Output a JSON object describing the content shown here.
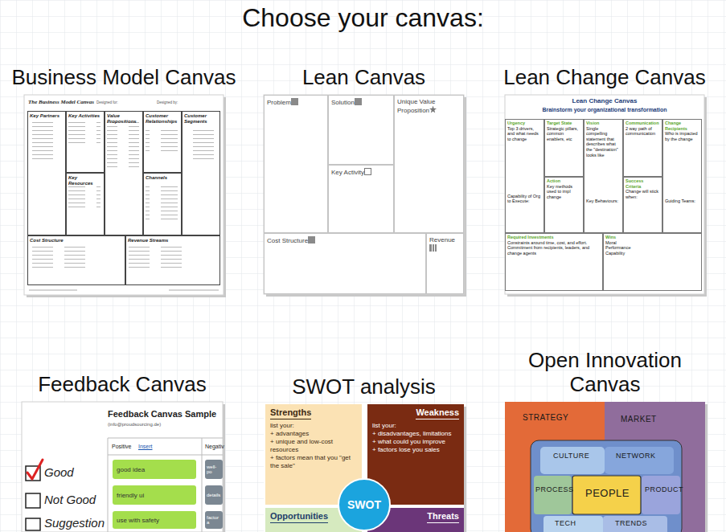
{
  "diagram": {
    "title": "Choose your canvas:",
    "nodes": [
      {
        "text": [
          "Business Model Canvas"
        ]
      },
      {
        "text": [
          "Key Partners"
        ],
        "in": 0
      },
      {
        "text": [
          "Key Activities"
        ],
        "in": 0
      },
      {
        "text": [
          "Value Propositions"
        ],
        "in": 0
      },
      {
        "text": [
          "Customer Relationships"
        ],
        "in": 0
      },
      {
        "text": [
          "Customer Segments"
        ],
        "in": 0
      },
      {
        "text": [
          "Key Resources"
        ],
        "in": 0
      },
      {
        "text": [
          "Channels"
        ],
        "in": 0
      },
      {
        "text": [
          "Cost Structure"
        ],
        "in": 0
      },
      {
        "text": [
          "Revenue Streams"
        ],
        "in": 0
      },
      {
        "text": [
          "Lean Canvas"
        ]
      },
      {
        "text": [
          "Problem"
        ],
        "in": 10
      },
      {
        "text": [
          "Solution"
        ],
        "in": 10
      },
      {
        "text": [
          "Key Activity"
        ],
        "in": 10
      },
      {
        "text": [
          "Unique Value Proposition"
        ],
        "in": 10
      },
      {
        "text": [
          "Cost Structure"
        ],
        "in": 10
      },
      {
        "text": [
          "Revenue"
        ],
        "in": 10
      },
      {
        "text": [
          "Lean Change Canvas"
        ]
      },
      {
        "text": [
          "Urgency",
          "Top 3 drivers, and what needs to change",
          "Capability of Org to Execute:"
        ],
        "in": 17
      },
      {
        "text": [
          "Target State",
          "Strategic pillars, common enablers, etc"
        ],
        "in": 17
      },
      {
        "text": [
          "Action",
          "Key methods used to impl change"
        ],
        "in": 17
      },
      {
        "text": [
          "Vision",
          "Single compelling statement that describes what the \"destination\" looks like",
          "Key Behaviours:"
        ],
        "in": 17
      },
      {
        "text": [
          "Communication",
          "2 way path of communication"
        ],
        "in": 17
      },
      {
        "text": [
          "Success Criteria",
          "Change will stick when:"
        ],
        "in": 17
      },
      {
        "text": [
          "Change Recipients",
          "Who is impacted by the change",
          "Guiding Teams:"
        ],
        "in": 17
      },
      {
        "text": [
          "Required Investments",
          "Constraints around time, cost, and effort. Commitment from recipients, leaders, and change agents"
        ],
        "in": 17
      },
      {
        "text": [
          "Wins",
          "Moral",
          "Performance",
          "Capability"
        ],
        "in": 17
      },
      {
        "text": [
          "Feedback Canvas"
        ]
      },
      {
        "text": [
          "good idea"
        ],
        "in": 27
      },
      {
        "text": [
          "friendly ui"
        ],
        "in": 27
      },
      {
        "text": [
          "use with safety"
        ],
        "in": 27
      },
      {
        "text": [
          "well-po"
        ],
        "in": 27
      },
      {
        "text": [
          "details"
        ],
        "in": 27
      },
      {
        "text": [
          "factor a"
        ],
        "in": 27
      },
      {
        "text": [
          "SWOT analysis"
        ]
      },
      {
        "text": [
          "Strengths",
          "list your:",
          "+ advantages",
          "+ unique and low-cost resources",
          "+ factors mean that you \"get the sale\""
        ],
        "in": 34
      },
      {
        "text": [
          "Weakness",
          "list your:",
          "+ disadvantages, limitations",
          "+ what could you improve",
          "+ factors lose you sales"
        ],
        "in": 34
      },
      {
        "text": [
          "Opportunities"
        ],
        "in": 34
      },
      {
        "text": [
          "Threats"
        ],
        "in": 34
      },
      {
        "text": [
          "SWOT"
        ],
        "in": 34
      },
      {
        "text": [
          "Open Innovation Canvas"
        ]
      },
      {
        "text": [
          "STRATEGY"
        ],
        "in": 40
      },
      {
        "text": [
          "MARKET"
        ],
        "in": 40
      },
      {
        "text": [
          "CULTURE"
        ],
        "in": 40
      },
      {
        "text": [
          "NETWORK"
        ],
        "in": 40
      },
      {
        "text": [
          "PROCESS"
        ],
        "in": 40
      },
      {
        "text": [
          "PRODUCT"
        ],
        "in": 40
      },
      {
        "text": [
          "PEOPLE"
        ],
        "in": 40
      },
      {
        "text": [
          "TECH"
        ],
        "in": 40
      },
      {
        "text": [
          "TRENDS"
        ],
        "in": 40
      }
    ],
    "labels": [
      "The Business Model Canvas",
      "Designed for:",
      "Designed by:",
      "Lean Change Canvas",
      "Brainstorm your organizational transformation",
      "Good",
      "Not Good",
      "Suggestion",
      "Feedback Canvas Sample",
      "(info@proudsourcing.de)",
      "Positive",
      "Insert",
      "Negativ"
    ]
  }
}
